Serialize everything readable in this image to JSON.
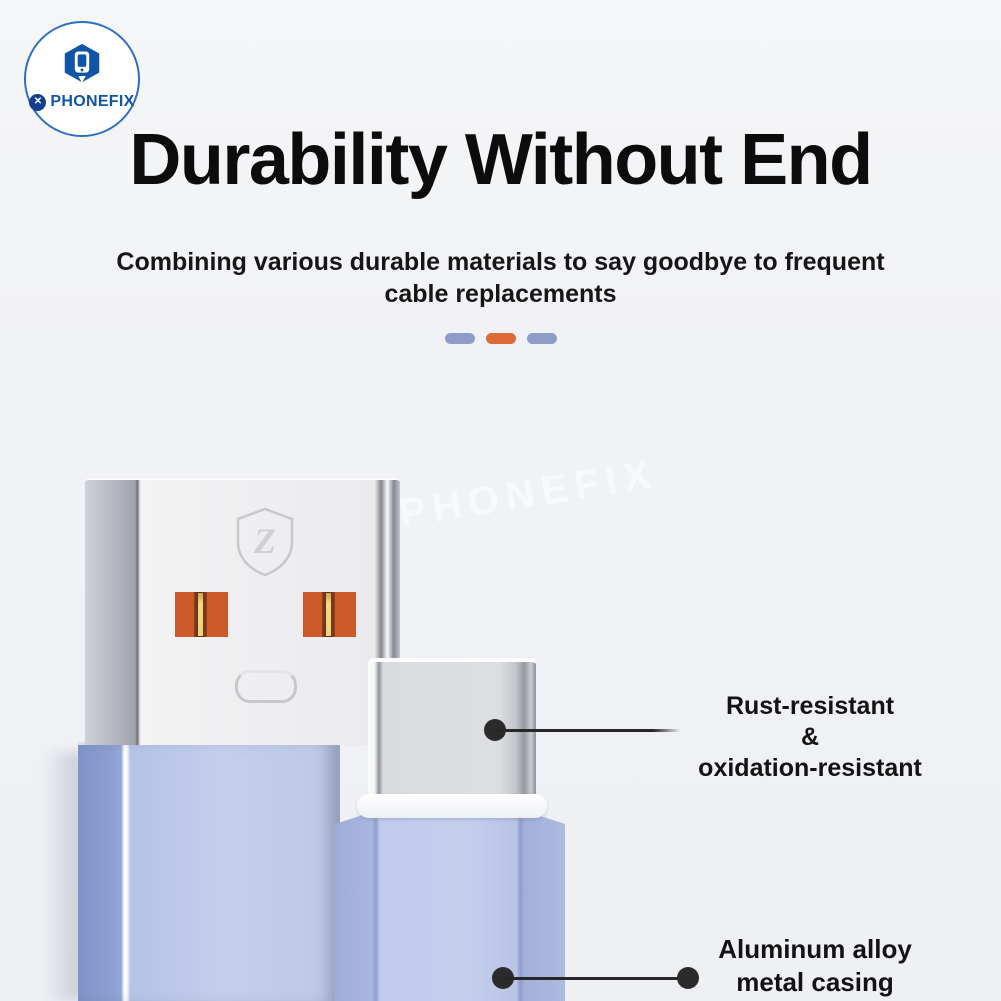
{
  "logo": {
    "brand": "PHONEFIX"
  },
  "hero": {
    "headline": "Durability Without End",
    "subtitle_line1": "Combining various durable materials to say goodbye to frequent",
    "subtitle_line2": "cable replacements"
  },
  "divider": {
    "pill_colors": [
      "#8c9dca",
      "#dd6b37",
      "#8c9dca"
    ]
  },
  "watermark": {
    "text": "PHONEFIX"
  },
  "product": {
    "usb_a_emblem_letter": "Z"
  },
  "callouts": {
    "rust": {
      "line1": "Rust-resistant",
      "line2": "&",
      "line3": "oxidation-resistant"
    },
    "casing": {
      "line1": "Aluminum alloy",
      "line2": "metal casing"
    }
  },
  "colors": {
    "logo_blue": "#1155a6",
    "accent_orange": "#dd6b37",
    "accent_blue_gray": "#8c9dca",
    "cable_blue": "#c0cbe9",
    "pin_orange": "#cc5a2b"
  }
}
